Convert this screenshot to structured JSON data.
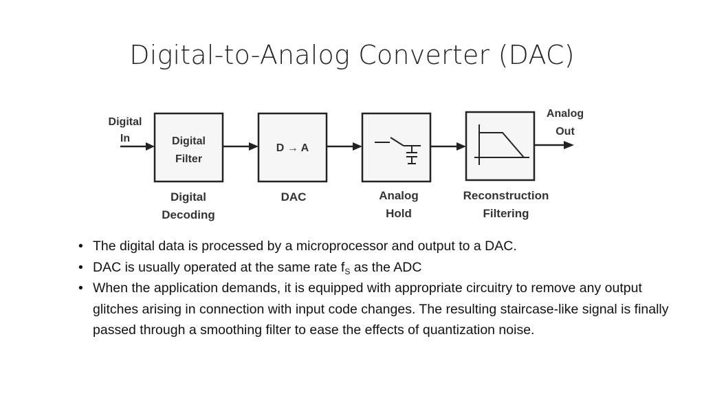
{
  "slide": {
    "title": "Digital-to-Analog Converter (DAC)"
  },
  "diagram": {
    "input_label": [
      "Digital",
      "In"
    ],
    "output_label": [
      "Analog",
      "Out"
    ],
    "blocks": [
      {
        "inner": [
          "Digital",
          "Filter"
        ],
        "caption": [
          "Digital",
          "Decoding"
        ]
      },
      {
        "inner": [
          "D → A"
        ],
        "caption": [
          "DAC"
        ]
      },
      {
        "inner": [],
        "caption": [
          "Analog",
          "Hold"
        ]
      },
      {
        "inner": [],
        "caption": [
          "Reconstruction",
          "Filtering"
        ]
      }
    ]
  },
  "bullets": {
    "b1": "The digital data is processed by a microprocessor and output to a DAC.",
    "b2_pre": "DAC is usually operated at the same rate f",
    "b2_sub": "S",
    "b2_post": " as the ADC",
    "b3": "When the application demands, it is equipped with appropriate circuitry to remove any output glitches arising in connection with input code changes. The resulting staircase-like signal is finally passed through a smoothing filter to ease the effects of quantization noise."
  }
}
